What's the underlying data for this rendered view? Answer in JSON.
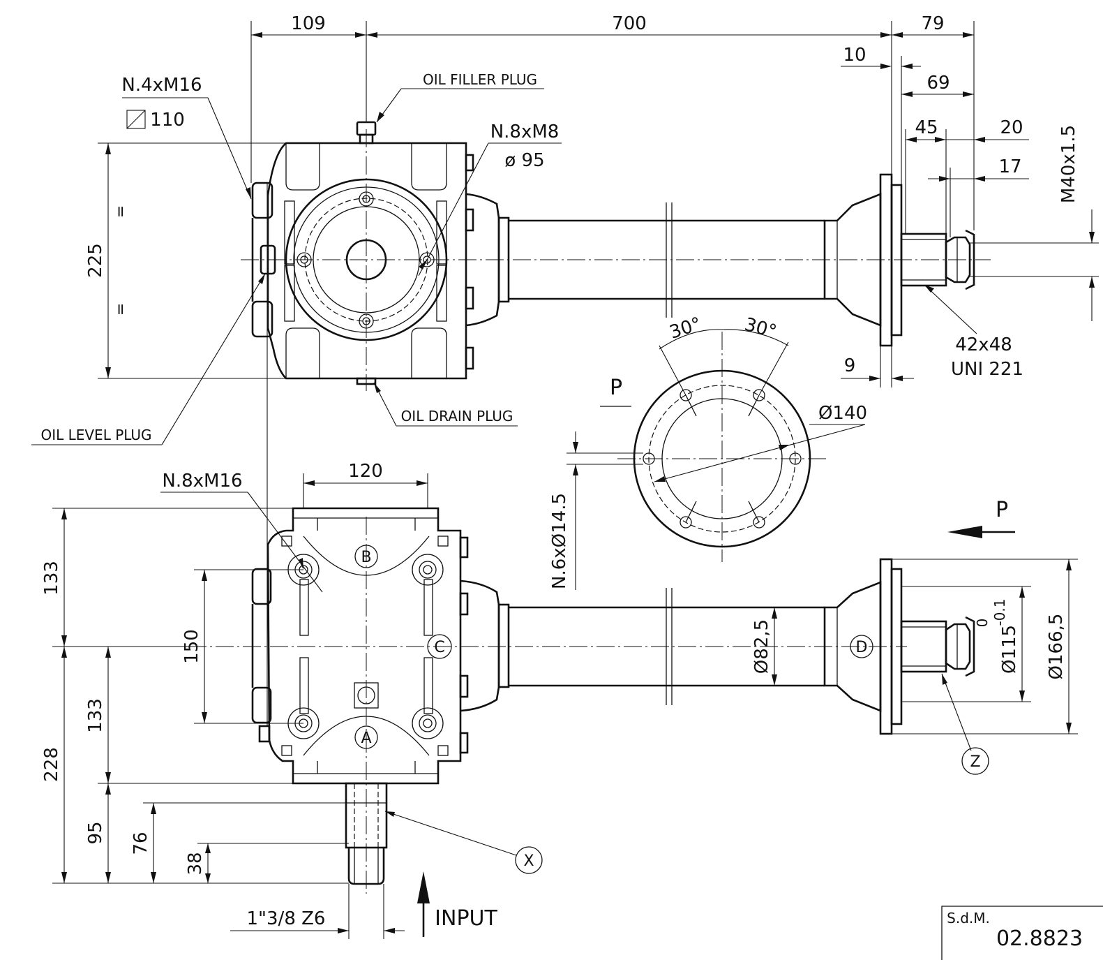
{
  "dimensions": {
    "d109": "109",
    "d700": "700",
    "d79": "79",
    "d10": "10",
    "d69": "69",
    "d45": "45",
    "d20": "20",
    "d17": "17",
    "d9": "9",
    "d225": "225",
    "eq": "=",
    "d120": "120",
    "d133_top": "133",
    "d133_bot": "133",
    "d150": "150",
    "d228": "228",
    "d95": "95",
    "d76": "76",
    "d38": "38",
    "d82_5": "Ø82,5",
    "d115": "Ø115",
    "d115_tol_upper": "0",
    "d115_tol_lower": "-0.1",
    "d166_5": "Ø166,5",
    "d140": "Ø140",
    "a30_left": "30°",
    "a30_right": "30°"
  },
  "callouts": {
    "n4m16": "N.4xM16",
    "sq110": "110",
    "n8m8": "N.8xM8",
    "dia95": "ø 95",
    "n8m16": "N.8xM16",
    "m40": "M40x1.5",
    "spline1": "42x48",
    "spline2": "UNI 221",
    "n6": "N.6xØ14.5",
    "input_spline": "1\"3/8 Z6",
    "input": "INPUT"
  },
  "labels": {
    "oil_filler": "OIL FILLER PLUG",
    "oil_drain": "OIL DRAIN PLUG",
    "oil_level": "OIL LEVEL PLUG",
    "view_p": "P",
    "arrow_p": "P",
    "face_a": "A",
    "face_b": "B",
    "face_c": "C",
    "face_d": "D",
    "shaft_x": "X",
    "shaft_z": "Z"
  },
  "title_block": {
    "company": "S.d.M.",
    "code": "02.8823"
  }
}
